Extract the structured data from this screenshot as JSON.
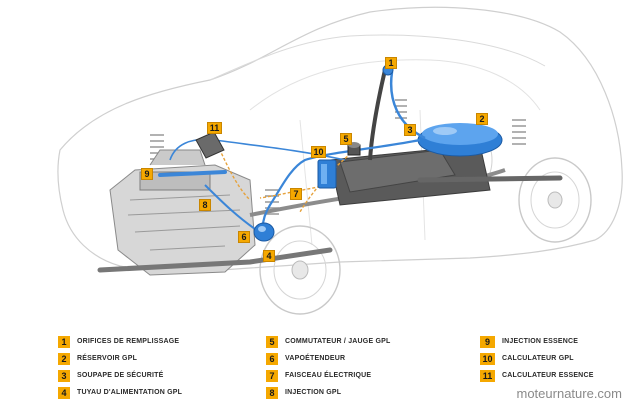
{
  "colors": {
    "callout": "#f5a800",
    "tank": "#2f7fd6",
    "gas_line": "#3b86d8",
    "wiring": "#e6a23c",
    "outline": "#c9c9c9",
    "chassis": "#555555"
  },
  "callouts": [
    "1",
    "2",
    "3",
    "4",
    "5",
    "6",
    "7",
    "8",
    "9",
    "10",
    "11"
  ],
  "legend": [
    {
      "num": "1",
      "label": "ORIFICES DE REMPLISSAGE"
    },
    {
      "num": "2",
      "label": "RÉSERVOIR GPL"
    },
    {
      "num": "3",
      "label": "SOUPAPE DE SÉCURITÉ"
    },
    {
      "num": "4",
      "label": "TUYAU D'ALIMENTATION GPL"
    },
    {
      "num": "5",
      "label": "COMMUTATEUR / JAUGE GPL"
    },
    {
      "num": "6",
      "label": "VAPOÉTENDEUR"
    },
    {
      "num": "7",
      "label": "FAISCEAU ÉLECTRIQUE"
    },
    {
      "num": "8",
      "label": "INJECTION GPL"
    },
    {
      "num": "9",
      "label": "INJECTION ESSENCE"
    },
    {
      "num": "10",
      "label": "CALCULATEUR GPL"
    },
    {
      "num": "11",
      "label": "CALCULATEUR ESSENCE"
    }
  ],
  "watermark": "moteurnature.com"
}
